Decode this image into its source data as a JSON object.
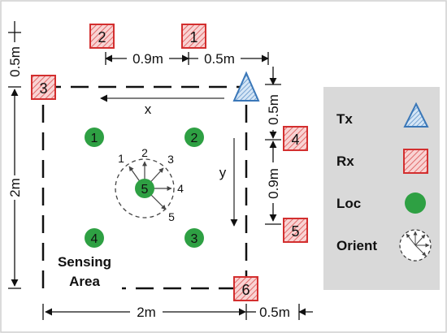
{
  "colors": {
    "rx_fill": "#f4b6b6",
    "rx_stroke": "#d32f2f",
    "tx_fill": "#b9d5ef",
    "tx_stroke": "#3a77b8",
    "loc_fill": "#2ea043",
    "legend_bg": "#d9d9d9",
    "line": "#111111"
  },
  "receivers": [
    "1",
    "2",
    "3",
    "4",
    "5",
    "6"
  ],
  "locations": [
    "1",
    "2",
    "4",
    "3",
    "5"
  ],
  "orientations": [
    "1",
    "2",
    "3",
    "4",
    "5"
  ],
  "dimensions": {
    "top_gap": "0.9m",
    "top_right": "0.5m",
    "left_top": "0.5m",
    "left_side": "2m",
    "right_top": "0.5m",
    "right_gap": "0.9m",
    "bottom_width": "2m",
    "bottom_right": "0.5m"
  },
  "axes": {
    "x": "x",
    "y": "y"
  },
  "area_label": {
    "line1": "Sensing",
    "line2": "Area"
  },
  "legend": {
    "tx": "Tx",
    "rx": "Rx",
    "loc": "Loc",
    "orient": "Orient"
  }
}
